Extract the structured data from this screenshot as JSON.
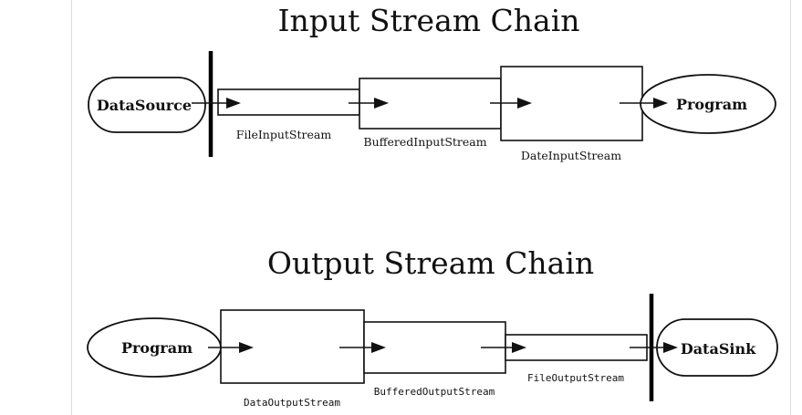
{
  "input_chain": {
    "title": "Input Stream Chain",
    "source_label": "DataSource",
    "program_label": "Program",
    "streams": [
      "FileInputStream",
      "BufferedInputStream",
      "DateInputStream"
    ]
  },
  "output_chain": {
    "title": "Output Stream Chain",
    "program_label": "Program",
    "sink_label": "DataSink",
    "streams": [
      "DataOutputStream",
      "BufferedOutputStream",
      "FileOutputStream"
    ]
  },
  "colors": {
    "stroke": "#111111",
    "background": "#ffffff"
  },
  "icons": [
    "arrow-right-icon"
  ]
}
